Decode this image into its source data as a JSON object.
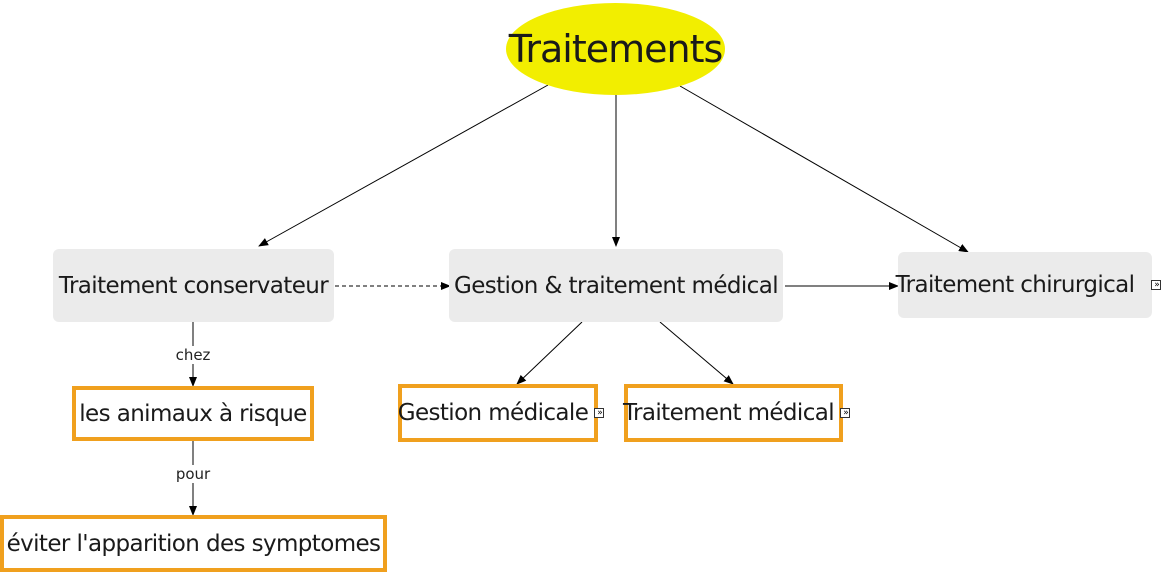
{
  "nodes": {
    "root": "Traitements",
    "conservateur": "Traitement conservateur",
    "gestion_traitement": "Gestion & traitement médical",
    "chirurgical": "Traitement chirurgical",
    "animaux": "les animaux à risque",
    "gestion_medicale": "Gestion médicale",
    "traitement_medical": "Traitement médical",
    "eviter": "éviter l'apparition des symptomes"
  },
  "edge_labels": {
    "chez": "chez",
    "pour": "pour"
  },
  "colors": {
    "root_fill": "#f2ee00",
    "concept_fill": "#ebebeb",
    "highlight_border": "#f0a01e",
    "line": "#000000"
  },
  "icons": {
    "link": "double-chevron-right-icon"
  }
}
